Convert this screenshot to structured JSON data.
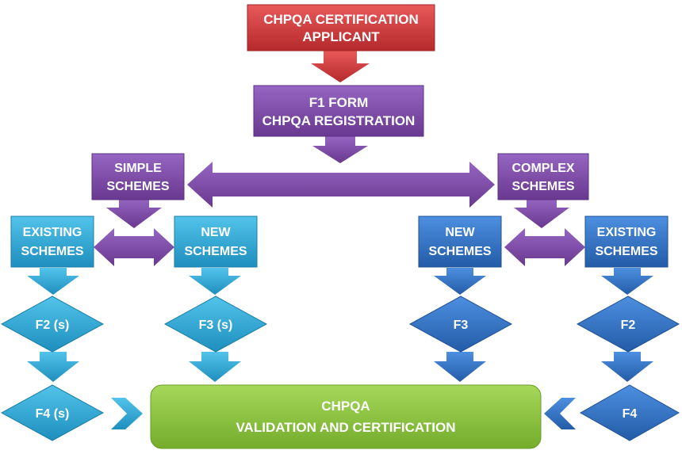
{
  "diagram": {
    "applicant": {
      "line1": "CHPQA CERTIFICATION",
      "line2": "APPLICANT"
    },
    "f1_form": {
      "line1": "F1 FORM",
      "line2": "CHPQA REGISTRATION"
    },
    "simple_schemes": {
      "line1": "SIMPLE",
      "line2": "SCHEMES"
    },
    "complex_schemes": {
      "line1": "COMPLEX",
      "line2": "SCHEMES"
    },
    "simple_existing": {
      "line1": "EXISTING",
      "line2": "SCHEMES"
    },
    "simple_new": {
      "line1": "NEW",
      "line2": "SCHEMES"
    },
    "complex_new": {
      "line1": "NEW",
      "line2": "SCHEMES"
    },
    "complex_existing": {
      "line1": "EXISTING",
      "line2": "SCHEMES"
    },
    "f2s": "F2 (s)",
    "f3s": "F3 (s)",
    "f3": "F3",
    "f2": "F2",
    "f4s": "F4 (s)",
    "f4": "F4",
    "validation": {
      "line1": "CHPQA",
      "line2": "VALIDATION AND CERTIFICATION"
    }
  },
  "colors": {
    "red": "#d0393c",
    "purple": "#7d4aa6",
    "cyan": "#2ea8d8",
    "blue": "#2f72c6",
    "green": "#8cc63f"
  }
}
